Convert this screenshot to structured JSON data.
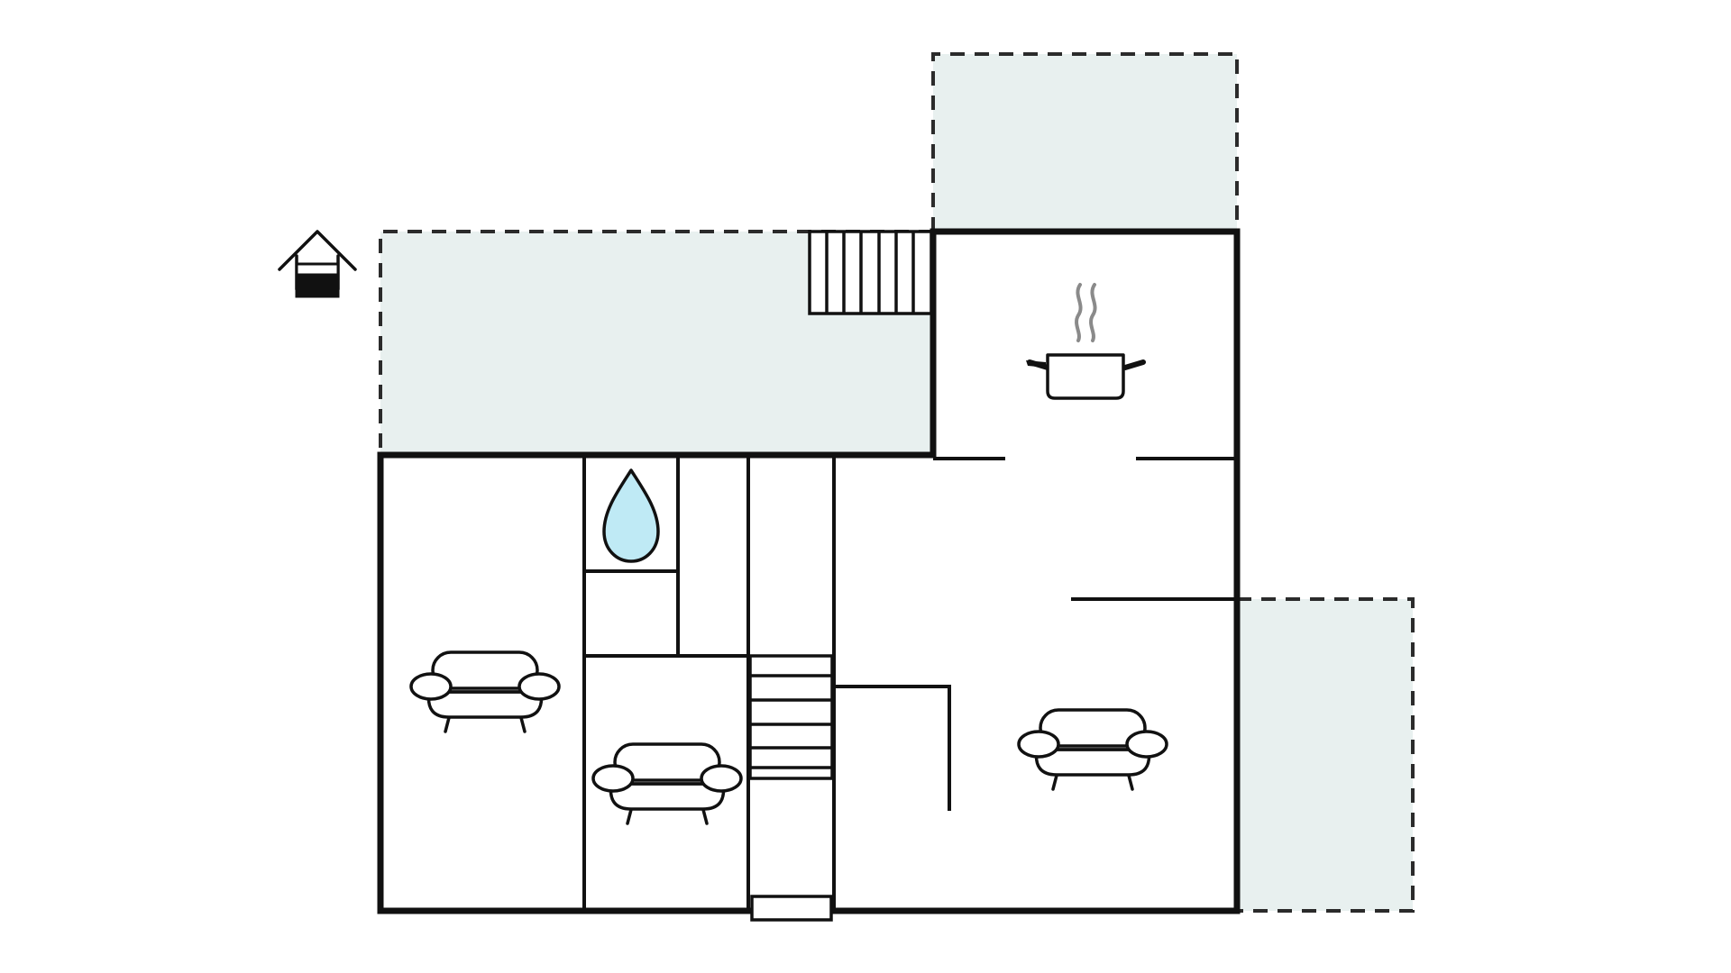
{
  "diagram": {
    "type": "floor-plan",
    "colors": {
      "terrace_fill": "#e8f0ef",
      "wall": "#111111",
      "water_drop": "#bfeaf5",
      "steam": "#8a8a8a"
    },
    "areas": [
      {
        "id": "terrace-top-left",
        "kind": "outdoor-terrace"
      },
      {
        "id": "terrace-top-right",
        "kind": "outdoor-terrace"
      },
      {
        "id": "terrace-right",
        "kind": "outdoor-terrace"
      },
      {
        "id": "room-living-left",
        "kind": "living-room"
      },
      {
        "id": "room-bathroom",
        "kind": "bathroom"
      },
      {
        "id": "room-living-middle",
        "kind": "living-room"
      },
      {
        "id": "room-kitchen",
        "kind": "kitchen"
      },
      {
        "id": "room-living-right",
        "kind": "living-room"
      }
    ],
    "icons": [
      {
        "id": "well",
        "name": "well-icon"
      },
      {
        "id": "water-drop",
        "name": "water-drop-icon"
      },
      {
        "id": "cooking-pot",
        "name": "cooking-pot-icon"
      },
      {
        "id": "sofa-left",
        "name": "sofa-icon"
      },
      {
        "id": "sofa-middle",
        "name": "sofa-icon"
      },
      {
        "id": "sofa-right",
        "name": "sofa-icon"
      }
    ],
    "stairs": [
      {
        "id": "outdoor-steps",
        "steps": 7
      },
      {
        "id": "indoor-staircase",
        "steps": 5
      }
    ]
  }
}
